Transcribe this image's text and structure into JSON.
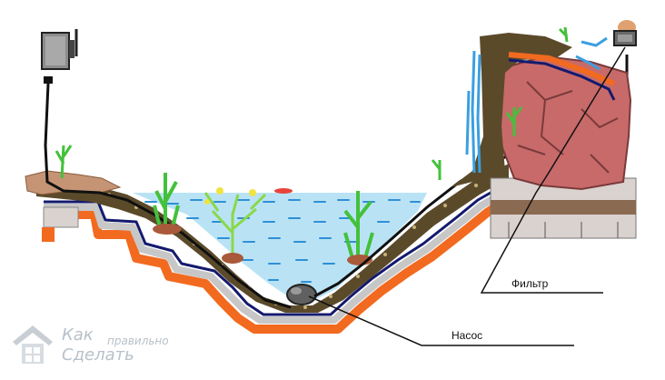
{
  "labels": {
    "filter": "Фильтр",
    "pump": "Насос"
  },
  "watermark": {
    "word1": "Как",
    "word2": "правильно",
    "word3": "Сделать"
  },
  "icons": {
    "outlet": "electrical-outlet-icon",
    "watermark_logo": "house-logo-icon"
  },
  "colors": {
    "water": "#b9e3f5",
    "water_dash": "#2f8fd6",
    "liner_orange": "#f26a1f",
    "liner_navy": "#141a6e",
    "liner_grey": "#c7c7c7",
    "soil": "#5b4a2a",
    "rock": "#c86a6a",
    "plant_green": "#43c13a",
    "cascade_blue": "#3b9fe0",
    "wall_brown": "#8a6a50",
    "wall_grey": "#d9d2cf"
  }
}
